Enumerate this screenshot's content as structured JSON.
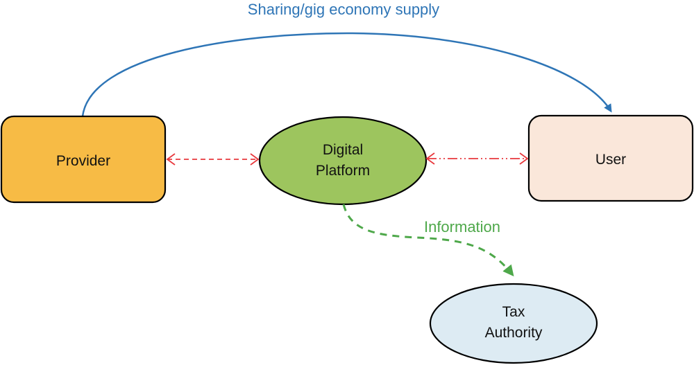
{
  "title": "Sharing/gig economy supply",
  "colors": {
    "supply_arrow": "#2E75B6",
    "info_arrow": "#4EA84A",
    "relation_arrow": "#E8383D",
    "provider_fill": "#F7BB45",
    "platform_fill": "#9DC55E",
    "user_fill": "#FAE7DA",
    "tax_fill": "#DDEBF3",
    "outline": "#000000"
  },
  "nodes": {
    "provider": {
      "label": "Provider",
      "shape": "rounded-rectangle"
    },
    "platform": {
      "label_line1": "Digital",
      "label_line2": "Platform",
      "shape": "ellipse"
    },
    "user": {
      "label": "User",
      "shape": "rounded-rectangle"
    },
    "tax": {
      "label_line1": "Tax",
      "label_line2": "Authority",
      "shape": "ellipse"
    }
  },
  "edges": [
    {
      "from": "Provider",
      "to": "User",
      "label": "Sharing/gig economy supply",
      "style": "solid",
      "direction": "forward"
    },
    {
      "from": "Provider",
      "to": "Digital Platform",
      "label": "",
      "style": "dashed",
      "direction": "both"
    },
    {
      "from": "Digital Platform",
      "to": "User",
      "label": "",
      "style": "dash-dot-dot",
      "direction": "both"
    },
    {
      "from": "Digital Platform",
      "to": "Tax Authority",
      "label": "Information",
      "style": "dashed",
      "direction": "forward"
    }
  ],
  "labels": {
    "information": "Information"
  }
}
